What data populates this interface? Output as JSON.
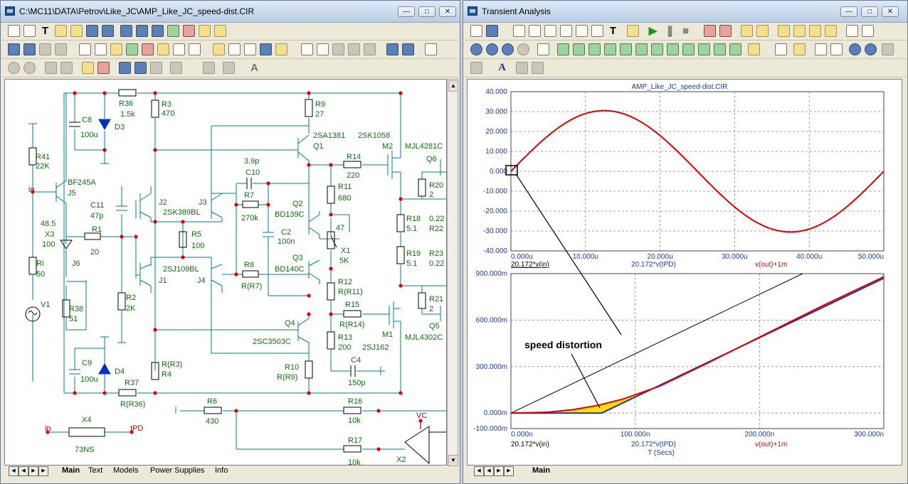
{
  "left_window": {
    "title": "C:\\MC11\\DATA\\Petrov\\Like_JC\\AMP_Like_JC_speed-dist.CIR",
    "tabs": [
      "Main",
      "Text",
      "Models",
      "Power Supplies",
      "Info"
    ],
    "active_tab": "Main",
    "labels": {
      "R36": "R36",
      "R36v": "1.5k",
      "C8": "C8",
      "C8v": "100u",
      "D3": "D3",
      "R3": "R3",
      "R3v": "470",
      "R9": "R9",
      "R9v": "27",
      "Q1n": "2SA1381",
      "Q1": "Q1",
      "M2n": "2SK1058",
      "M2": "M2",
      "Q6n": "MJL4281C",
      "Q6": "Q6",
      "R41": "R41",
      "R41v": "22K",
      "BF": "BF245A",
      "J5": "J5",
      "in1": "in",
      "C10v": "3.9p",
      "C10": "C10",
      "R14": "R14",
      "R14v": "220",
      "J2": "J2",
      "J3": "J3",
      "J23n": "2SK389BL",
      "C11": "C11",
      "C11v": "47p",
      "R7": "R7",
      "R7v": "270k",
      "R11": "R11",
      "R11v": "680",
      "Q2": "Q2",
      "Q2n": "BD139C",
      "R20": "R20",
      "R20v": "2",
      "R18": "R18",
      "R18v": "5.1",
      "R18p": "0.22",
      "R22": "R22",
      "X3v1": "48.5",
      "X3": "X3",
      "X3v2": "100",
      "R1": "R1",
      "R1v": "20",
      "R5": "R5",
      "R5v": "100",
      "C2": "C2",
      "C2v": "100n",
      "P47": "47",
      "X1": "X1",
      "X1v": "5K",
      "R19": "R19",
      "R19v": "5.1",
      "R23": "R23",
      "R23v": "0.22",
      "J6": "J6",
      "Ri": "Ri",
      "Riv": "50",
      "J1n": "2SJ109BL",
      "J1": "J1",
      "J4": "J4",
      "R8": "R8",
      "R8v": "R(R7)",
      "Q3": "Q3",
      "Q3n": "BD140C",
      "R12": "R12",
      "R12v": "R(R11)",
      "R21": "R21",
      "R21v": "2",
      "R2": "R2",
      "R2v": "2K",
      "V1": "V1",
      "R38": "R38",
      "R38v": "51",
      "R15": "R15",
      "R15v": "R(R14)",
      "M1": "M1",
      "Q5": "Q5",
      "Q5n": "MJL4302C",
      "Q4": "Q4",
      "Q4n": "2SC3503C",
      "R13": "R13",
      "R13v": "200",
      "M1n": "2SJ162",
      "C9": "C9",
      "C9v": "100u",
      "D4": "D4",
      "RR3": "R(R3)",
      "R4": "R4",
      "C4": "C4",
      "C4v": "150p",
      "R10": "R10",
      "R10v": "R(R9)",
      "R37": "R37",
      "R37v": "R(R36)",
      "R6": "R6",
      "R6v": "430",
      "R16": "R16",
      "R16v": "10k",
      "in2": "in",
      "X4": "X4",
      "X4n": "73NS",
      "tPD": "tPD",
      "R17": "R17",
      "R17v": "10k",
      "VC": "VC",
      "X2": "X2"
    }
  },
  "right_window": {
    "title": "Transient Analysis",
    "tabs": [
      "Main"
    ],
    "active_tab": "Main"
  },
  "chart_data": [
    {
      "type": "line",
      "title": "AMP_Like_JC_speed-dist.CIR",
      "x_tick_labels": [
        "0.000u",
        "10.000u",
        "20.000u",
        "30.000u",
        "40.000u",
        "50.000u"
      ],
      "y_tick_labels": [
        "40.000",
        "30.000",
        "20.000",
        "10.000",
        "0.000",
        "-10.000",
        "-20.000",
        "-30.000",
        "-40.000"
      ],
      "xlim": [
        0,
        50
      ],
      "ylim": [
        -40,
        40
      ],
      "grid": true,
      "legend": [
        "20.172*v(in)",
        "20.172*v(tPD)",
        "v(out)+1m"
      ],
      "series": [
        {
          "name": "v(out)+1m",
          "color": "#e00000",
          "kind": "sine",
          "amplitude": 30.5,
          "period": 50
        }
      ]
    },
    {
      "type": "line",
      "x_tick_labels": [
        "0.000n",
        "100.000n",
        "200.000n",
        "300.000n"
      ],
      "y_tick_labels": [
        "900.000m",
        "600.000m",
        "300.000m",
        "0.000m",
        "-100.000m"
      ],
      "xlim": [
        0,
        300
      ],
      "ylim": [
        -100,
        900
      ],
      "grid": true,
      "xlabel": "T (Secs)",
      "legend": [
        "20.172*v(in)",
        "20.172*v(tPD)",
        "v(out)+1m"
      ],
      "annotation": "speed distortion",
      "series": [
        {
          "name": "20.172*v(in)",
          "color": "#000000",
          "x": [
            0,
            300
          ],
          "y": [
            0,
            1150
          ]
        },
        {
          "name": "20.172*v(tPD)",
          "color": "#2030c0",
          "x": [
            0,
            73,
            300
          ],
          "y": [
            0,
            0,
            870
          ]
        },
        {
          "name": "v(out)+1m",
          "color": "#e00000",
          "x": [
            0,
            30,
            50,
            70,
            90,
            120,
            160,
            200,
            250,
            300
          ],
          "y": [
            0,
            6,
            22,
            50,
            90,
            175,
            330,
            490,
            690,
            880
          ]
        }
      ]
    }
  ]
}
